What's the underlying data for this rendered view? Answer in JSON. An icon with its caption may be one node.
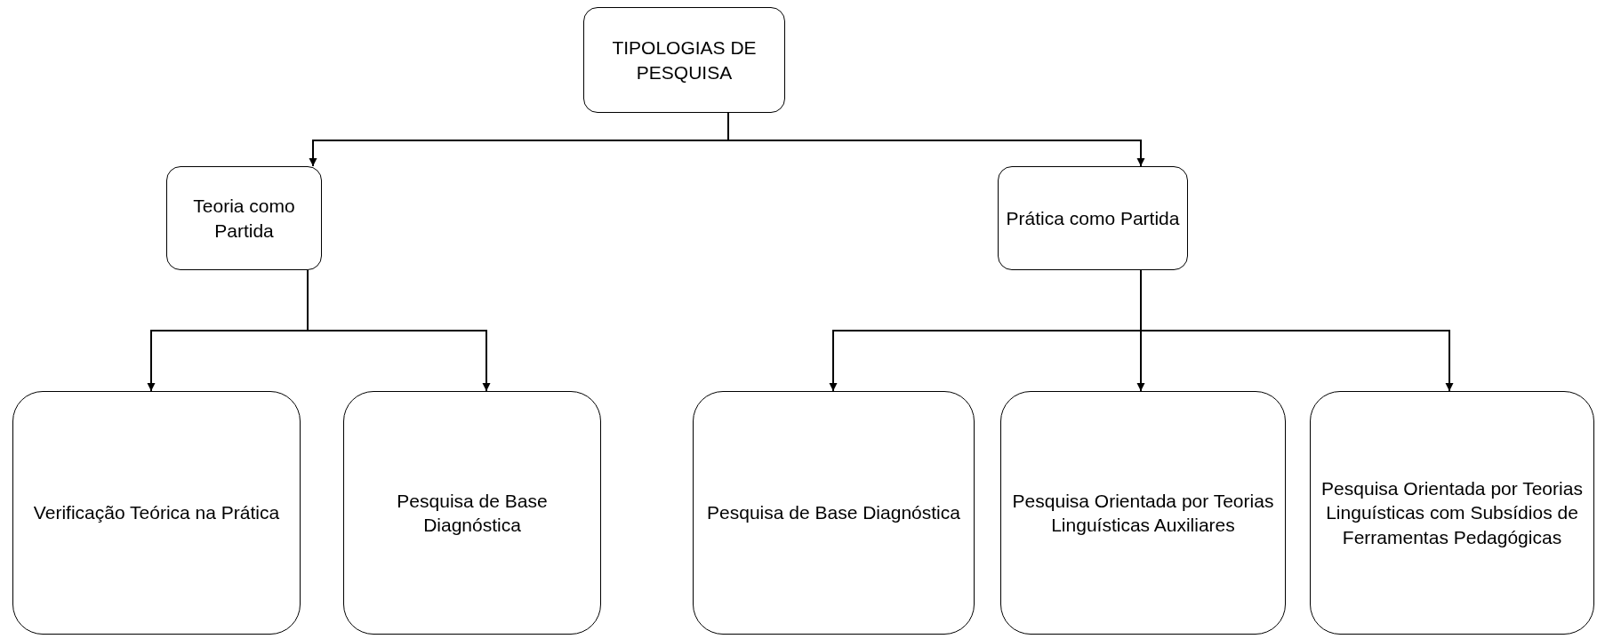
{
  "diagram": {
    "nodes": [
      {
        "text": [
          "TIPOLOGIAS DE PESQUISA"
        ]
      },
      {
        "text": [
          "Teoria como Partida"
        ]
      },
      {
        "text": [
          "Prática como Partida"
        ]
      },
      {
        "text": [
          "Verificação Teórica na Prática"
        ]
      },
      {
        "text": [
          "Pesquisa de Base Diagnóstica"
        ]
      },
      {
        "text": [
          "Pesquisa de Base Diagnóstica"
        ]
      },
      {
        "text": [
          "Pesquisa Orientada por Teorias Linguísticas Auxiliares"
        ]
      },
      {
        "text": [
          "Pesquisa Orientada por Teorias Linguísticas com Subsídios de Ferramentas Pedagógicas"
        ]
      }
    ],
    "edges": [
      {
        "from": 0,
        "to": 1,
        "arrow": "to"
      },
      {
        "from": 0,
        "to": 2,
        "arrow": "to"
      },
      {
        "from": 1,
        "to": 3,
        "arrow": "to"
      },
      {
        "from": 1,
        "to": 4,
        "arrow": "to"
      },
      {
        "from": 2,
        "to": 5,
        "arrow": "to"
      },
      {
        "from": 2,
        "to": 6,
        "arrow": "to"
      },
      {
        "from": 2,
        "to": 7,
        "arrow": "to"
      }
    ]
  }
}
